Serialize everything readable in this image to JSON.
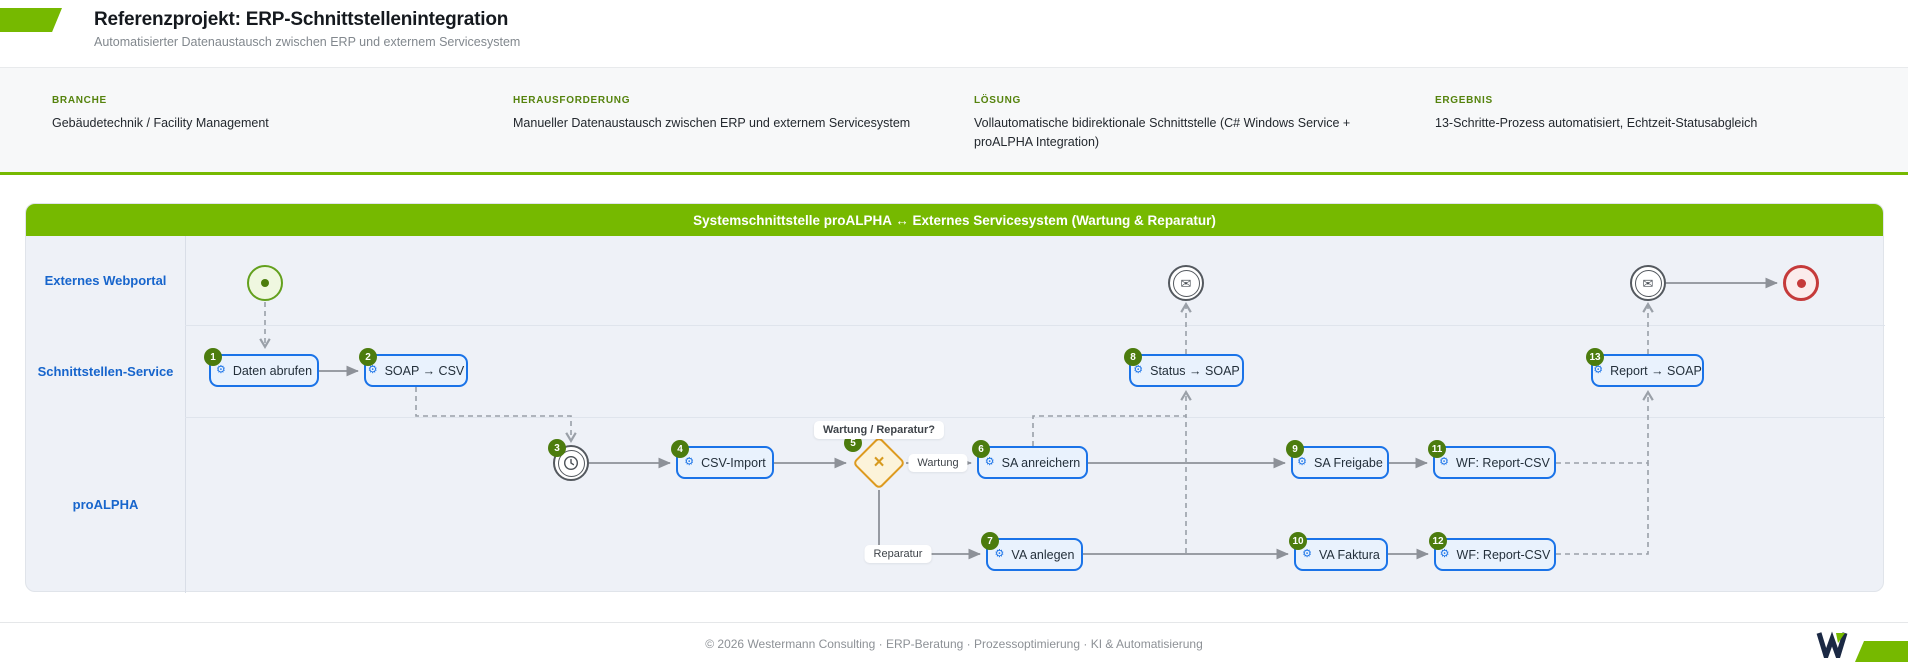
{
  "header": {
    "title": "Referenzprojekt: ERP-Schnittstellenintegration",
    "subtitle": "Automatisierter Datenaustausch zwischen ERP und externem Servicesystem"
  },
  "info_bar": {
    "items": [
      {
        "label": "BRANCHE",
        "value": "Gebäudetechnik / Facility Management"
      },
      {
        "label": "HERAUSFORDERUNG",
        "value": "Manueller Datenaustausch zwischen ERP und externem Servicesystem"
      },
      {
        "label": "LÖSUNG",
        "value": "Vollautomatische bidirektionale Schnittstelle (C# Windows Service + proALPHA Integration)"
      },
      {
        "label": "ERGEBNIS",
        "value": "13-Schritte-Prozess automatisiert, Echtzeit-Statusabgleich"
      }
    ]
  },
  "diagram": {
    "title": "Systemschnittstelle proALPHA ↔ Externes Servicesystem (Wartung & Reparatur)",
    "lanes": [
      {
        "label": "Externes Webportal"
      },
      {
        "label": "Schnittstellen-Service"
      },
      {
        "label": "proALPHA"
      }
    ],
    "tasks": [
      {
        "step": "1",
        "label": "Daten abrufen"
      },
      {
        "step": "2",
        "label": "SOAP → CSV"
      },
      {
        "step": "4",
        "label": "CSV-Import"
      },
      {
        "step": "6",
        "label": "SA anreichern"
      },
      {
        "step": "8",
        "label": "Status → SOAP"
      },
      {
        "step": "9",
        "label": "SA Freigabe"
      },
      {
        "step": "11",
        "label": "WF: Report-CSV"
      },
      {
        "step": "13",
        "label": "Report → SOAP"
      },
      {
        "step": "7",
        "label": "VA anlegen"
      },
      {
        "step": "10",
        "label": "VA Faktura"
      },
      {
        "step": "12",
        "label": "WF: Report-CSV"
      }
    ],
    "gateway": {
      "step": "5",
      "question": "Wartung / Reparatur?"
    },
    "edge_labels": {
      "wartung": "Wartung",
      "reparatur": "Reparatur"
    },
    "events": {
      "timer": {
        "step": "3"
      }
    },
    "colors": {
      "accent_green": "#76b900",
      "badge_green": "#4c7c0e",
      "task_blue": "#1a73e8",
      "gateway_orange": "#dd9a1f",
      "end_red": "#c53a3a",
      "lane_label_blue": "#1765cc"
    }
  },
  "footer": {
    "copyright": "© 2026 Westermann Consulting · ERP-Beratung · Prozessoptimierung · KI & Automatisierung"
  }
}
